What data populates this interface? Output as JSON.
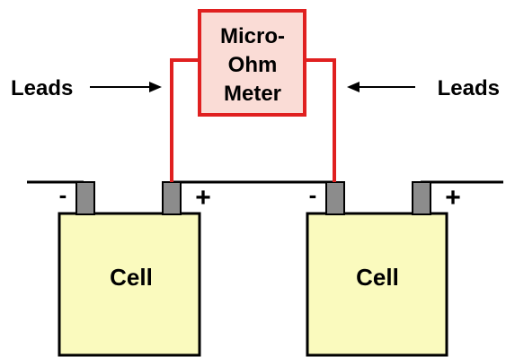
{
  "meter": {
    "line1": "Micro-",
    "line2": "Ohm",
    "line3": "Meter",
    "fill_color": "#fadcd6",
    "stroke_color": "#e02020"
  },
  "leads": {
    "left_label": "Leads",
    "right_label": "Leads",
    "lead_color": "#e02020"
  },
  "cells": [
    {
      "label": "Cell",
      "negative_symbol": "-",
      "positive_symbol": "+"
    },
    {
      "label": "Cell",
      "negative_symbol": "-",
      "positive_symbol": "+"
    }
  ],
  "colors": {
    "cell_fill": "#fafabe",
    "terminal_fill": "#8c8c8c",
    "outline": "#000000"
  }
}
